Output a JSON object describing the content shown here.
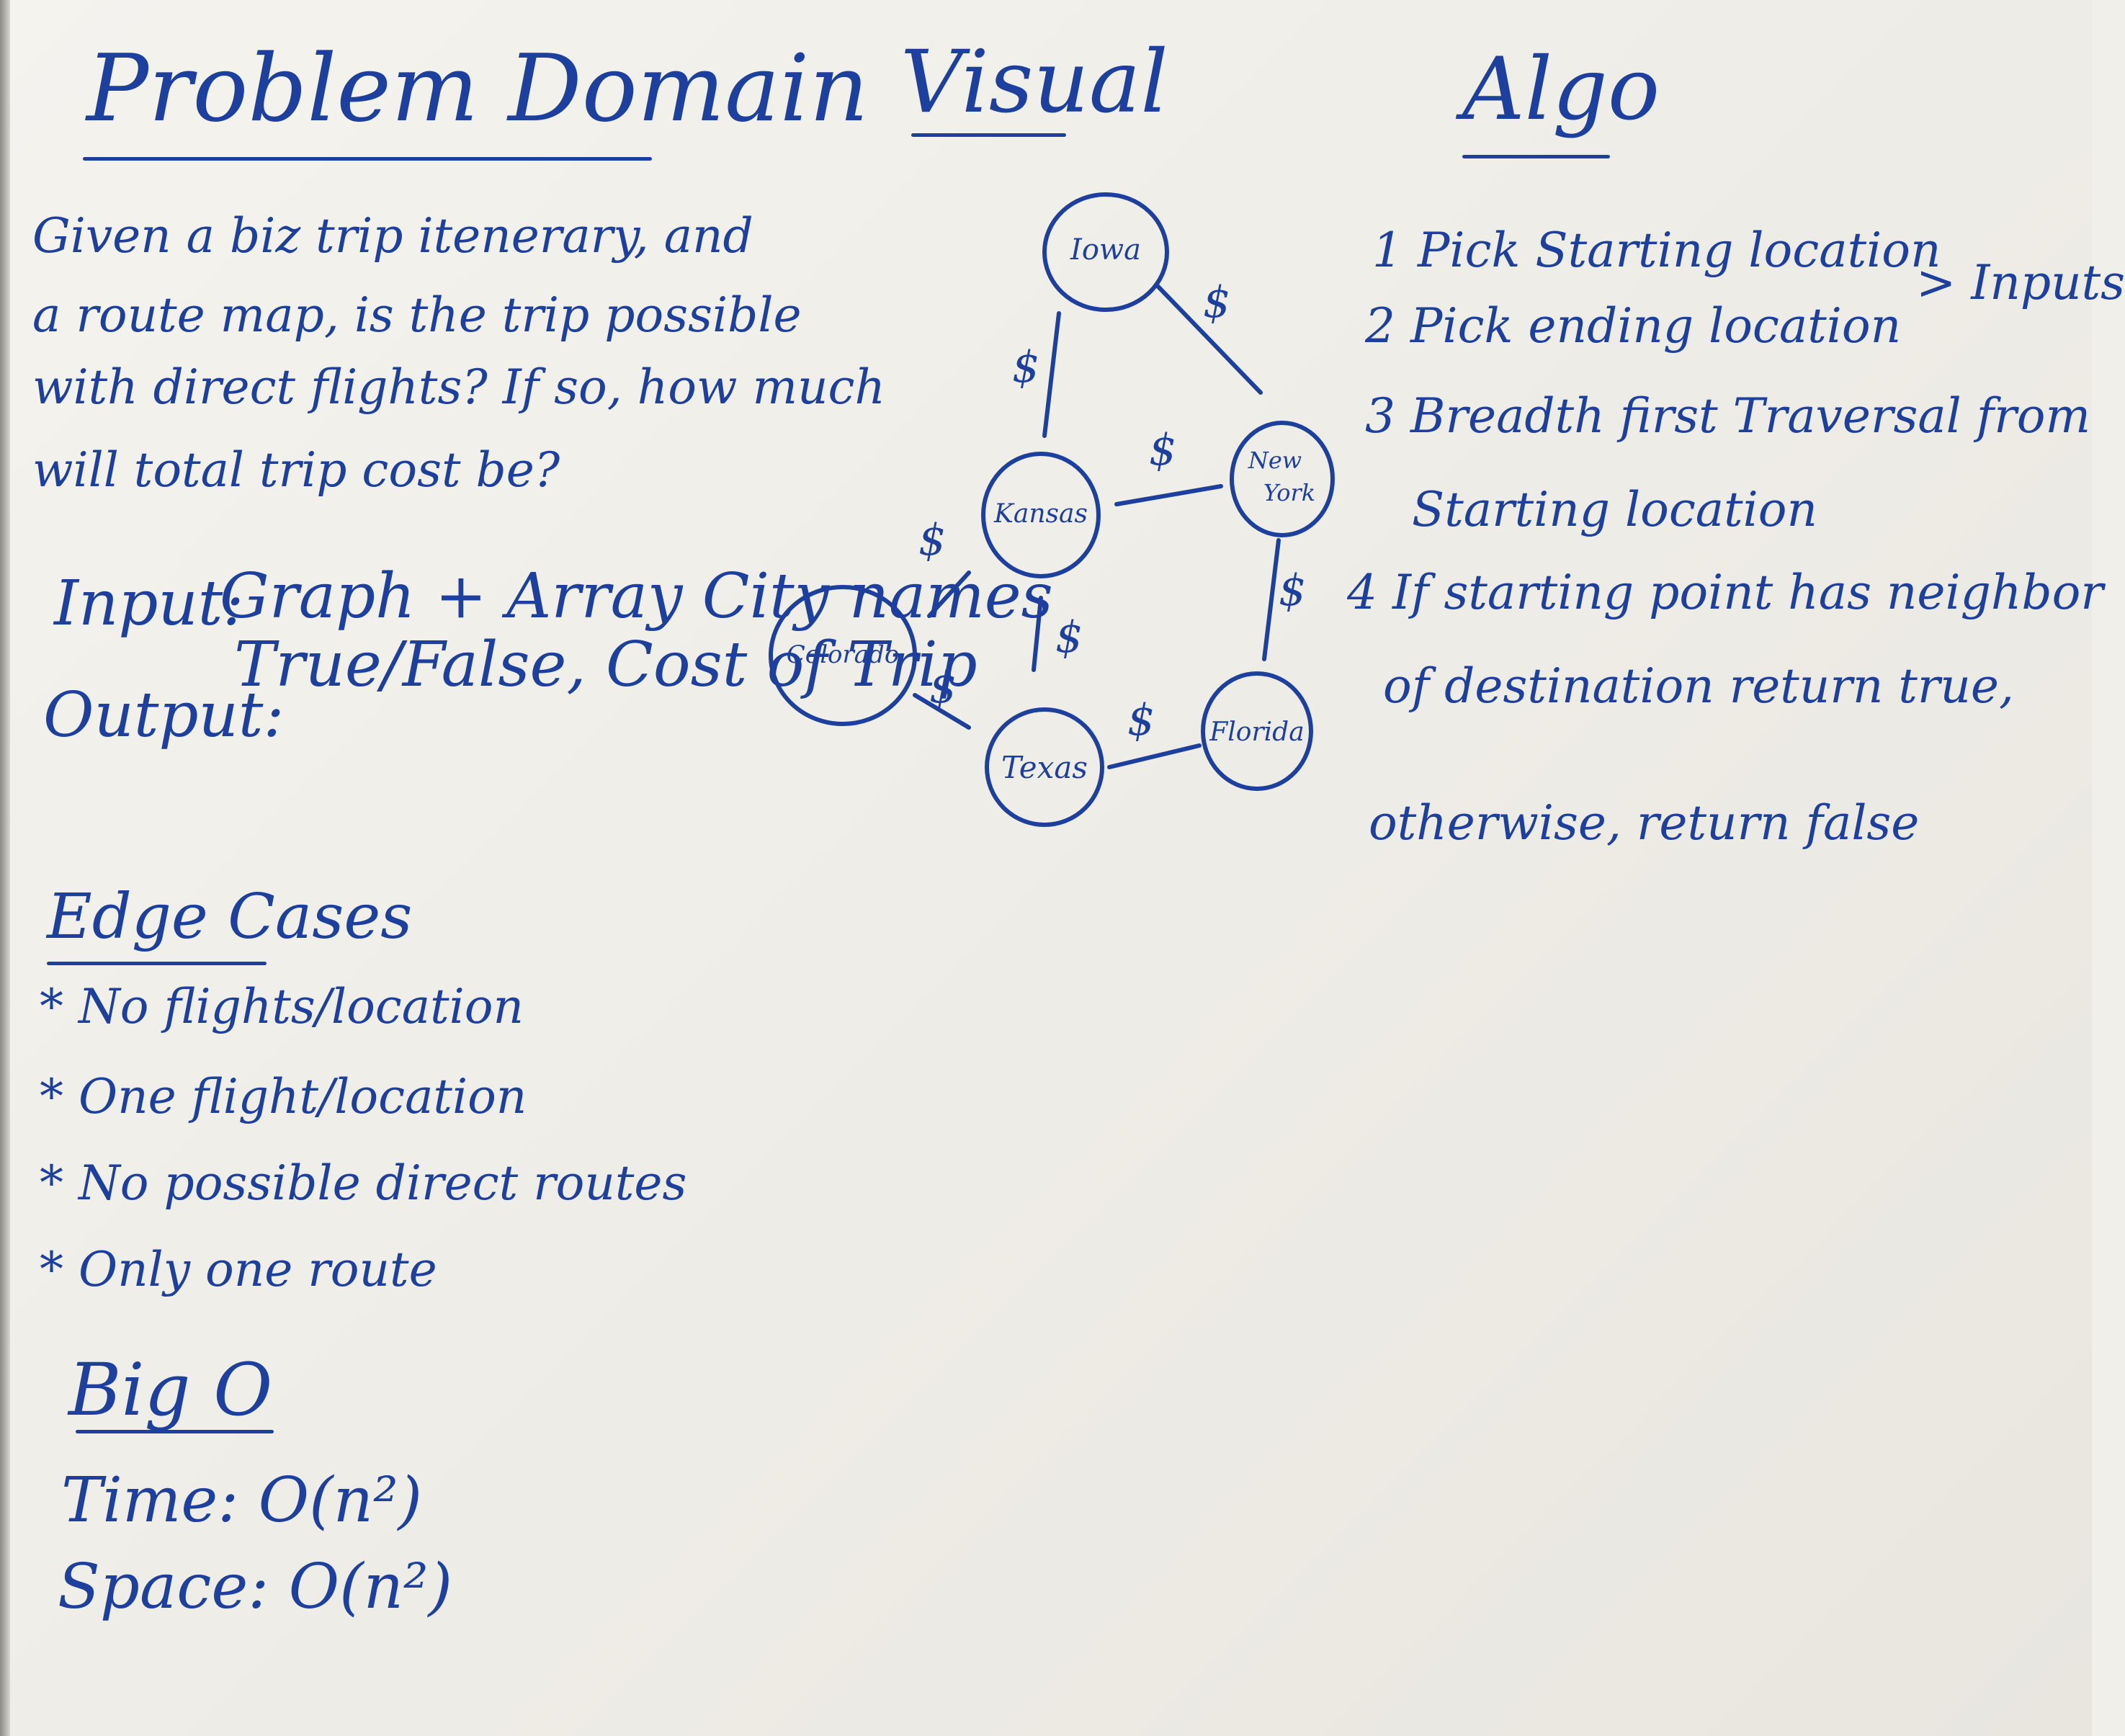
{
  "problem_domain": {
    "title": "Problem Domain",
    "description": [
      "Given a biz trip itenerary, and",
      "a route map, is the trip possible",
      "with direct flights? If so, how much",
      "will total trip cost be?"
    ],
    "input_label": "Input:",
    "input_value": "Graph + Array City names",
    "output_label": "Output:",
    "output_value": "True/False, Cost of Trip"
  },
  "edge_cases": {
    "title": "Edge Cases",
    "items": [
      "* No flights/location",
      "* One flight/location",
      "* No possible direct routes",
      "* Only one route"
    ]
  },
  "big_o": {
    "title": "Big O",
    "time": "Time: O(n²)",
    "space": "Space: O(n²)"
  },
  "visual": {
    "title": "Visual",
    "nodes": {
      "iowa": "Iowa",
      "kansas": "Kansas",
      "new_york_1": "New",
      "new_york_2": "York",
      "colorado": "Colorado",
      "texas": "Texas",
      "florida": "Florida"
    },
    "edge_cost_label": "$"
  },
  "algo": {
    "title": "Algo",
    "steps": [
      "1 Pick Starting location",
      "2 Pick ending location",
      "3 Breadth first Traversal from",
      "Starting location",
      "4 If starting point has neighbor",
      "of destination return true,",
      "otherwise, return false"
    ],
    "inputs_label": "> Inputs"
  }
}
